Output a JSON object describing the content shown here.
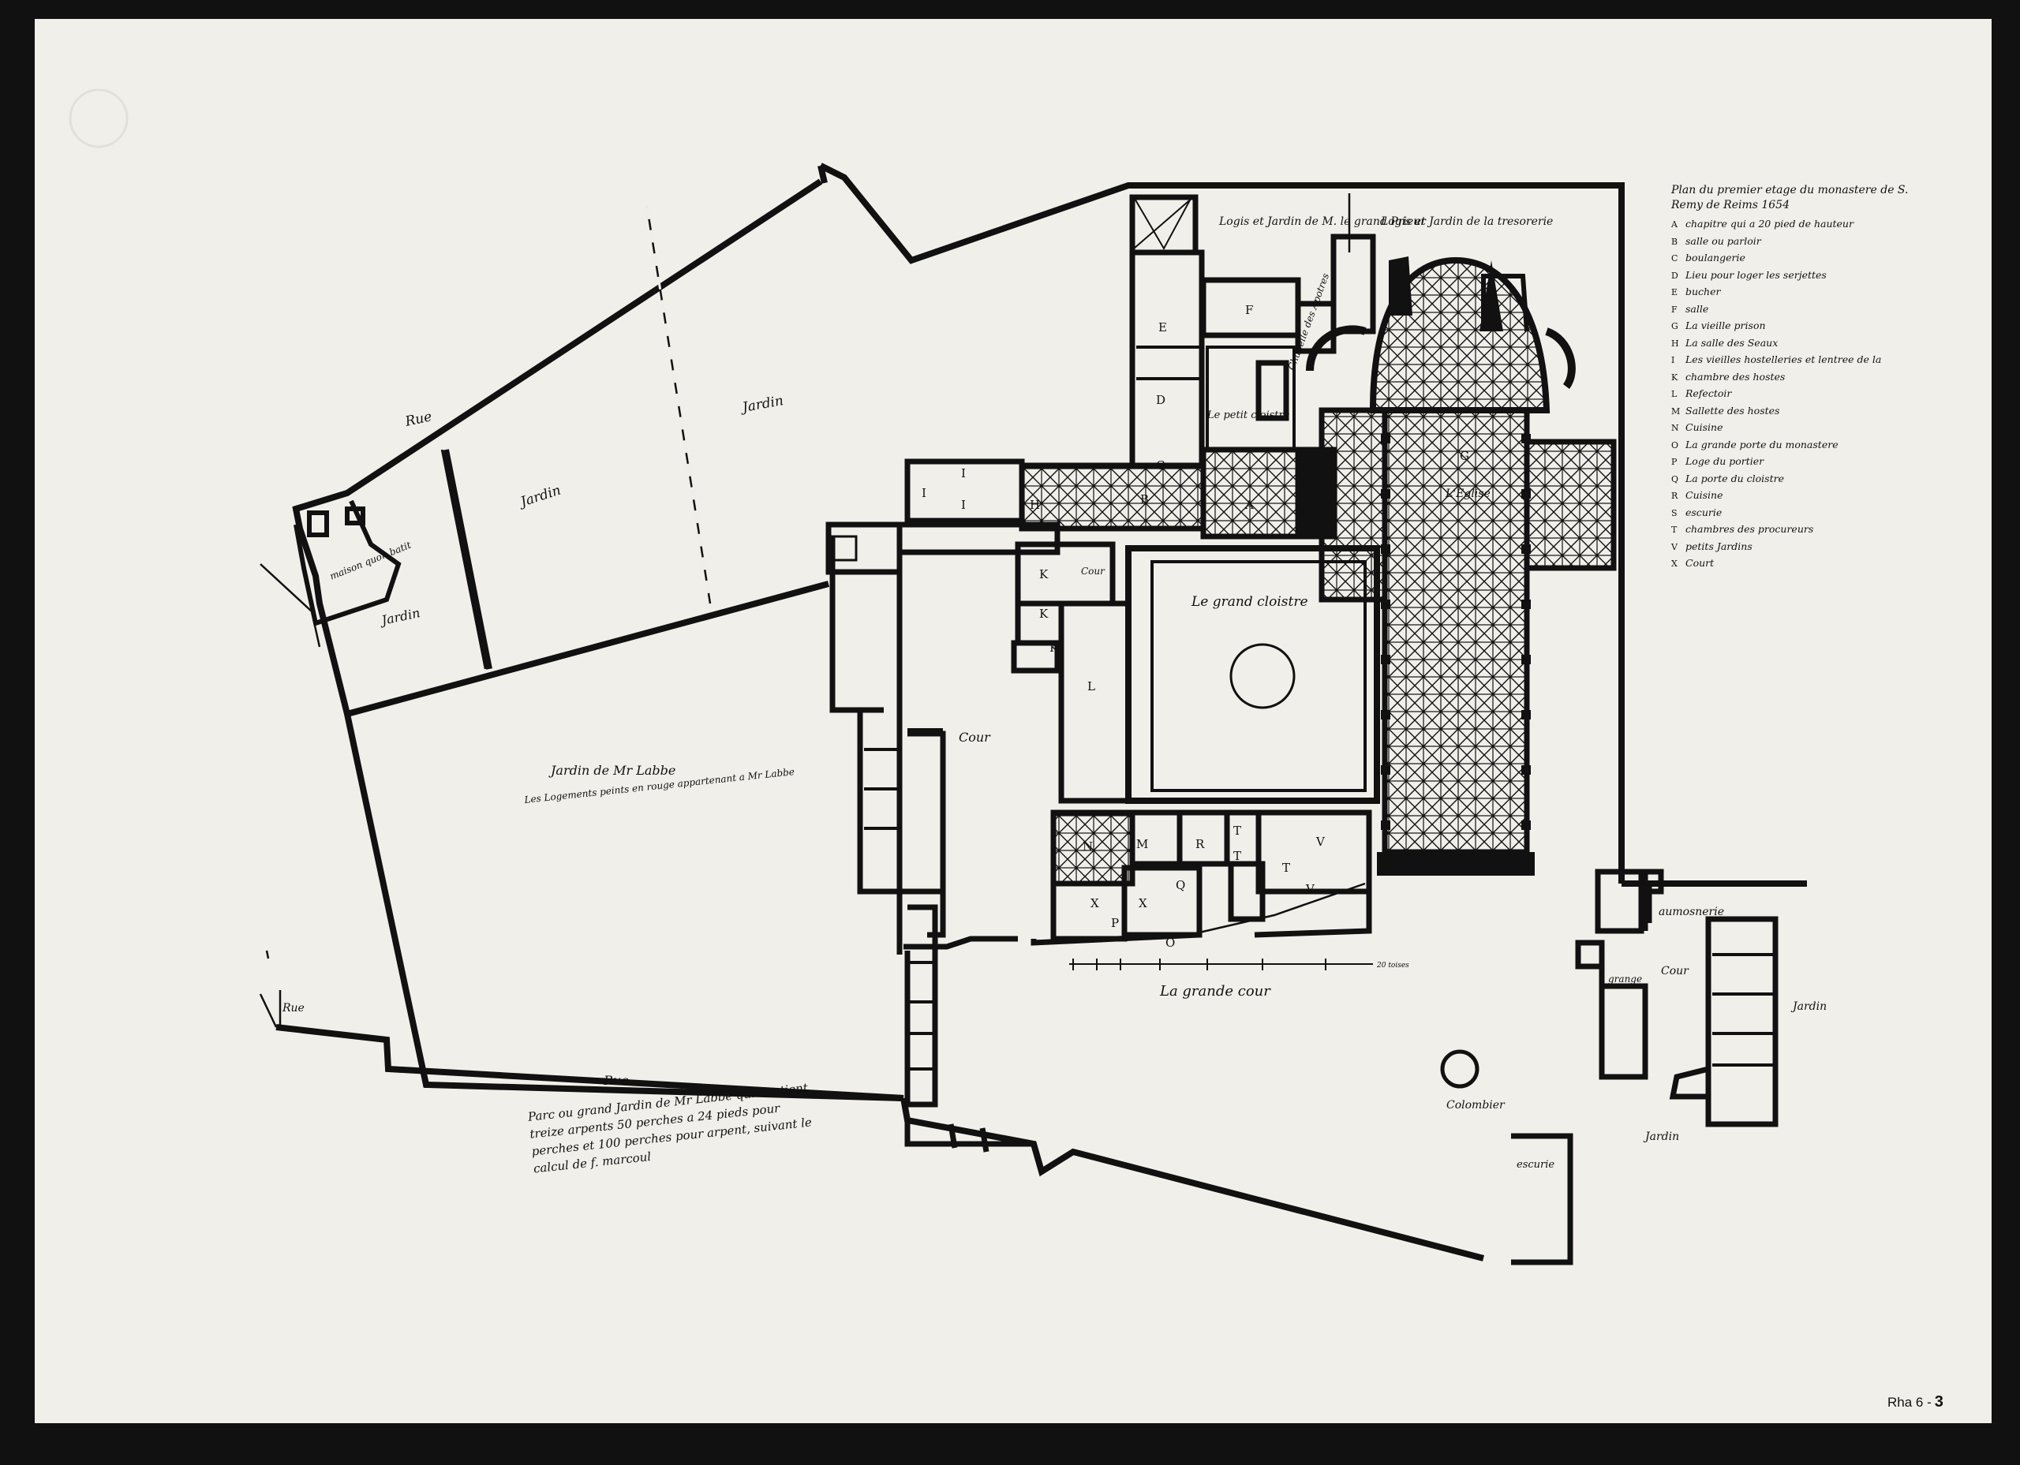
{
  "legend": {
    "title": "Plan du premier etage du monastere de S. Remy de Reims 1654",
    "items": [
      {
        "key": "A",
        "text": "chapitre qui a 20 pied de hauteur"
      },
      {
        "key": "B",
        "text": "salle ou parloir"
      },
      {
        "key": "C",
        "text": "boulangerie"
      },
      {
        "key": "D",
        "text": "Lieu pour loger les serjettes"
      },
      {
        "key": "E",
        "text": "bucher"
      },
      {
        "key": "F",
        "text": "salle"
      },
      {
        "key": "G",
        "text": "La vieille prison"
      },
      {
        "key": "H",
        "text": "La salle des Seaux"
      },
      {
        "key": "I",
        "text": "Les vieilles hostelleries et lentree de la"
      },
      {
        "key": "K",
        "text": "chambre des hostes"
      },
      {
        "key": "L",
        "text": "Refectoir"
      },
      {
        "key": "M",
        "text": "Sallette des hostes"
      },
      {
        "key": "N",
        "text": "Cuisine"
      },
      {
        "key": "O",
        "text": "La grande porte du monastere"
      },
      {
        "key": "P",
        "text": "Loge du portier"
      },
      {
        "key": "Q",
        "text": "La porte du cloistre"
      },
      {
        "key": "R",
        "text": "Cuisine"
      },
      {
        "key": "S",
        "text": "escurie"
      },
      {
        "key": "T",
        "text": "chambres des procureurs"
      },
      {
        "key": "V",
        "text": "petits Jardins"
      },
      {
        "key": "X",
        "text": "Court"
      }
    ]
  },
  "labels": {
    "rue_top": "Rue",
    "jardin_1": "Jardin",
    "jardin_2": "Jardin",
    "jardin_3": "Jardin",
    "maison": "maison quon batit",
    "logis_prieur": "Logis et Jardin de M. le grand Prieur",
    "logis_tresorier": "Logis et Jardin de la tresorerie",
    "chapelle": "Chapelle des Apotres",
    "petit_cloistre": "Le petit cloistre",
    "eglise": "L'Eglise",
    "grand_cloistre": "Le grand cloistre",
    "cour_k": "Cour",
    "cour_main": "Cour",
    "jardin_abbe": "Jardin de Mr Labbe",
    "logements": "Les Logements peints en rouge appartenant a Mr Labbe",
    "grande_cour": "La grande cour",
    "rue_left": "Rue",
    "rue_bottom": "Rue",
    "parc": "Parc ou grand Jardin de Mr Labbe qui contient treize arpents 50 perches a 24 pieds pour perches et 100 perches pour arpent, suivant le calcul de f. marcoul",
    "colombier": "Colombier",
    "aumosnerie": "aumosnerie",
    "grange": "grange",
    "cour_right": "Cour",
    "jardin_right": "Jardin",
    "jardin_bottom": "Jardin",
    "escurie": "escurie",
    "scale": "20 toises"
  },
  "rooms": {
    "A": "A",
    "B": "B",
    "C": "C",
    "D": "D",
    "E": "E",
    "F": "F",
    "G": "G",
    "H": "H",
    "I1": "I",
    "I2": "I",
    "I3": "I",
    "K1": "K",
    "K2": "K",
    "K3": "K",
    "L": "L",
    "M": "M",
    "N": "N",
    "O": "O",
    "P": "P",
    "Q": "Q",
    "R": "R",
    "T1": "T",
    "T2": "T",
    "T3": "T",
    "V1": "V",
    "V2": "V",
    "X1": "X",
    "X2": "X"
  },
  "footer": {
    "ref_text": "Rha 6 -",
    "ref_number": "3"
  }
}
